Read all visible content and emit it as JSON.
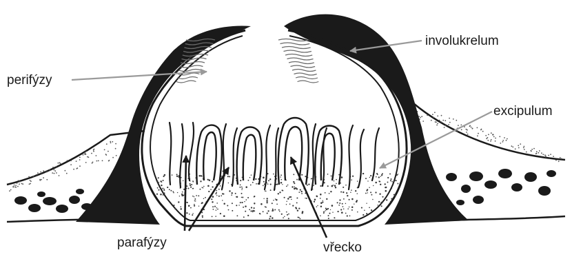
{
  "labels": {
    "involukrelum": "involukrelum",
    "perifyzy": "perifýzy",
    "excipulum": "excipulum",
    "parafyzy": "parafýzy",
    "vrecko": "vřecko"
  },
  "colors": {
    "ink": "#1a1a1a",
    "pointer_gray": "#9a9a9a",
    "background": "#ffffff"
  }
}
